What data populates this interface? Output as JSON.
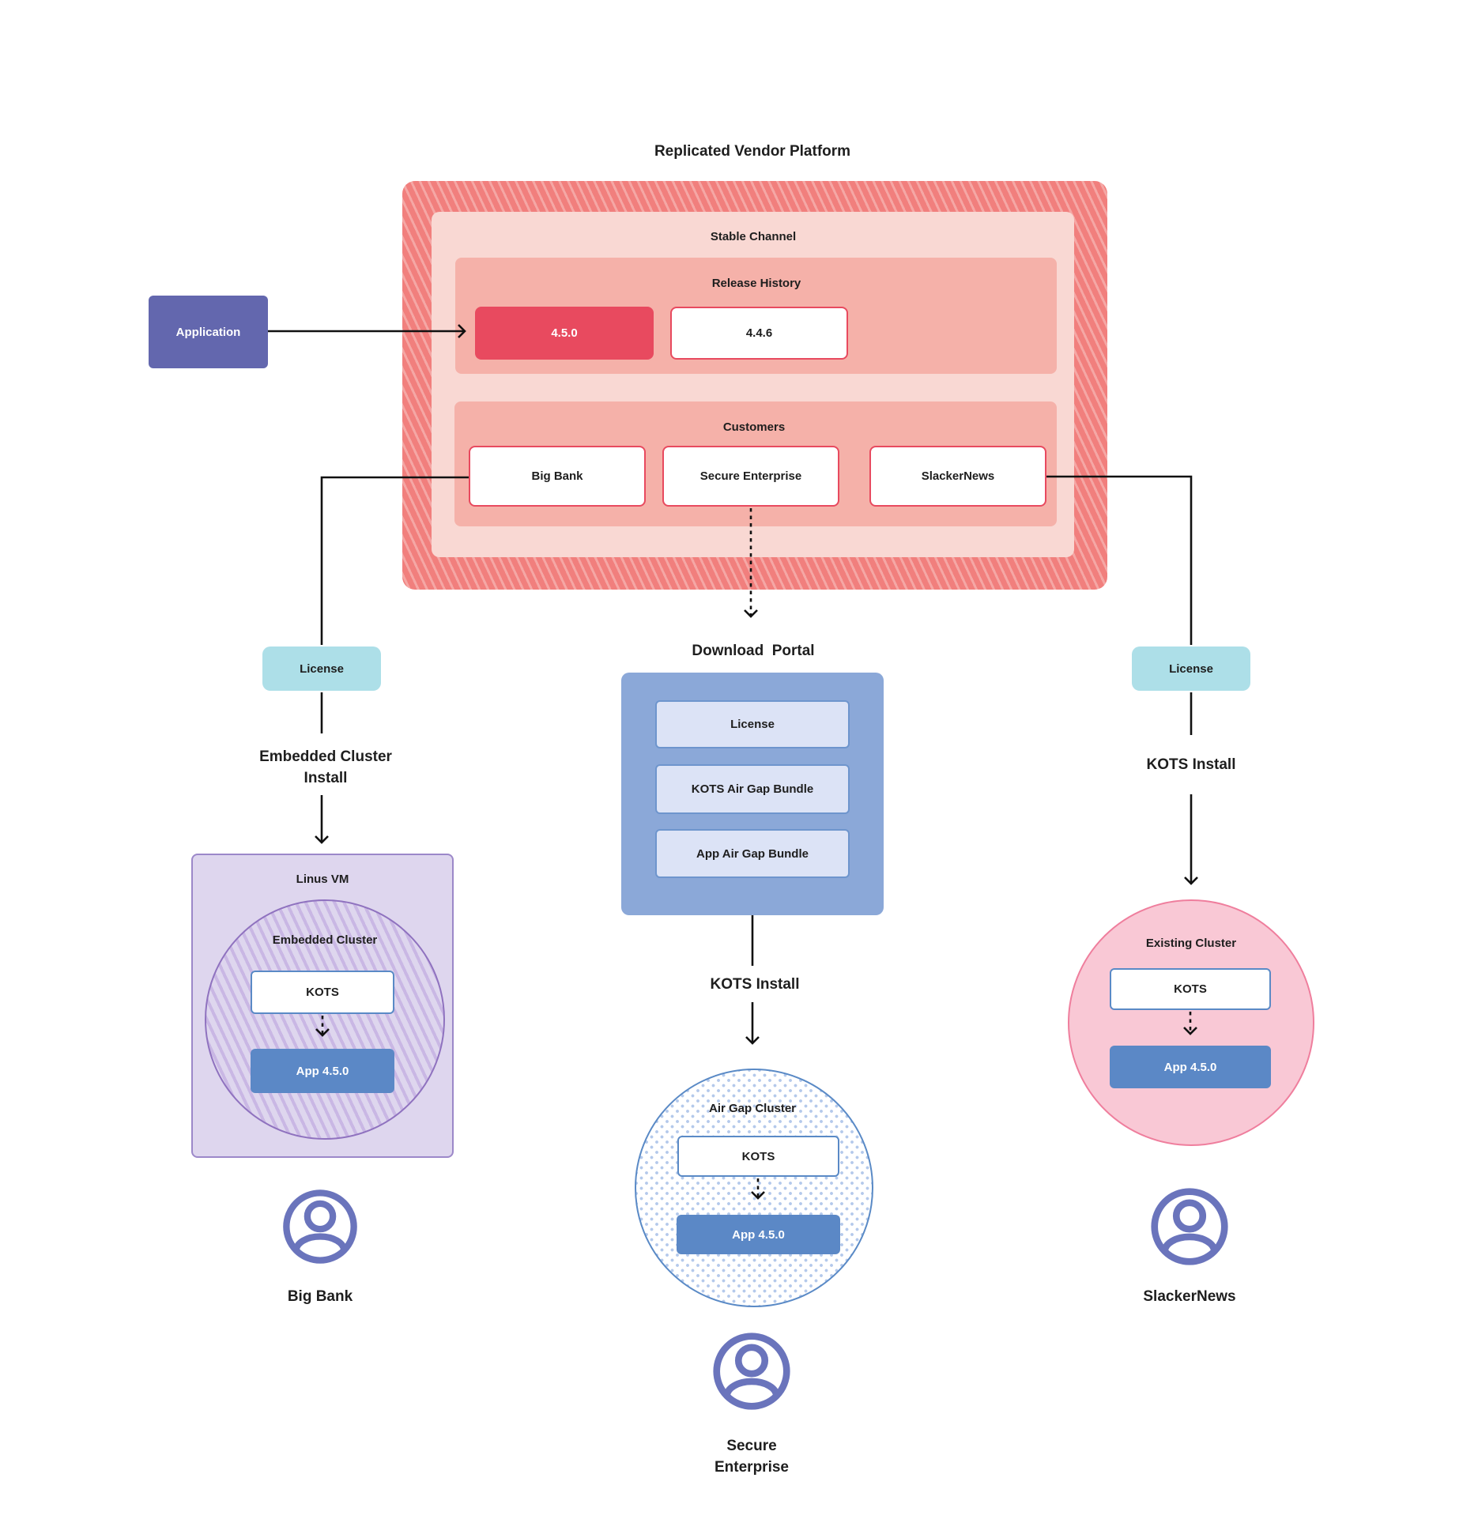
{
  "title": "Replicated Vendor Platform",
  "application": {
    "label": "Application"
  },
  "platform": {
    "stable_channel": "Stable Channel",
    "release_history": {
      "label": "Release History",
      "current": "4.5.0",
      "previous": "4.4.6"
    },
    "customers": {
      "label": "Customers",
      "items": [
        "Big Bank",
        "Secure Enterprise",
        "SlackerNews"
      ]
    }
  },
  "left_branch": {
    "license": "License",
    "install": "Embedded Cluster Install",
    "vm": "Linus VM",
    "cluster": "Embedded Cluster",
    "kots": "KOTS",
    "app": "App 4.5.0",
    "person": "Big Bank"
  },
  "middle_branch": {
    "portal_title": "Download  Portal",
    "items": [
      "License",
      "KOTS Air Gap Bundle",
      "App Air Gap Bundle"
    ],
    "install": "KOTS Install",
    "cluster": "Air Gap Cluster",
    "kots": "KOTS",
    "app": "App 4.5.0",
    "person": "Secure Enterprise"
  },
  "right_branch": {
    "license": "License",
    "install": "KOTS Install",
    "cluster": "Existing Cluster",
    "kots": "KOTS",
    "app": "App 4.5.0",
    "person": "SlackerNews"
  },
  "colors": {
    "ink": "#1e1e1e",
    "line": "#111111",
    "hatch_dark": "#f17f7d",
    "hatch_light": "#f5a7a5",
    "stable_bg": "#f9d8d3",
    "salmon_bg": "#f5b1a9",
    "accent_red": "#e84a5f",
    "app_purple": "#6367ae",
    "teal": "#addfe8",
    "linus_bg": "#ded6ee",
    "linus_border": "#9c88c9",
    "purple_stripe": "#c9b7e4",
    "purple_circle_border": "#8f72bf",
    "blue_border": "#5a8ac6",
    "app_blue": "#5b88c6",
    "portal_bg": "#8ba8d8",
    "portal_item_bg": "#dce3f6",
    "portal_item_border": "#6e95cd",
    "dot_blue": "#b4c9eb",
    "existing_bg": "#f9c8d5",
    "existing_border": "#ef7e9d",
    "person_purple": "#6a74bc"
  }
}
